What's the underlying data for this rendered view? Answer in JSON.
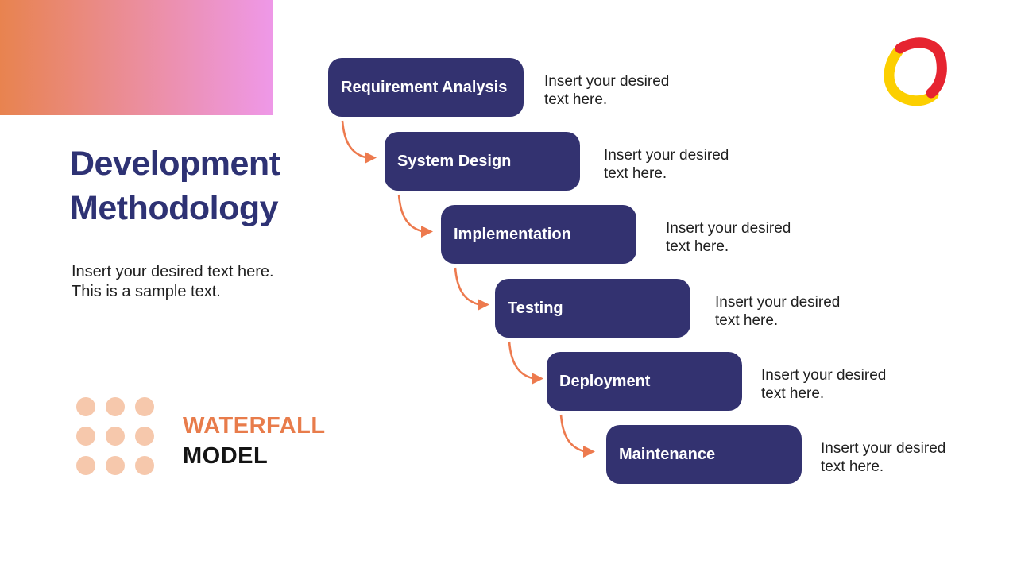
{
  "slide": {
    "title": "Development\nMethodology",
    "subtitle": "Insert your desired text here.\nThis is a sample text."
  },
  "steps": [
    {
      "label": "Requirement Analysis",
      "description": "Insert your desired text here."
    },
    {
      "label": "System Design",
      "description": "Insert your desired text here."
    },
    {
      "label": "Implementation",
      "description": "Insert your desired text here."
    },
    {
      "label": "Testing",
      "description": "Insert your desired text here."
    },
    {
      "label": "Deployment",
      "description": "Insert your desired text here."
    },
    {
      "label": "Maintenance",
      "description": "Insert your desired text here."
    }
  ],
  "brand": {
    "primary": "WATERFALL",
    "secondary": "MODEL"
  },
  "icons": {
    "flow_arrow": "curved-down-right-arrow",
    "logo": "red-yellow-rounded-square-logo",
    "dot_grid": "3x3-dot-grid"
  },
  "colors": {
    "box_navy": "#333270",
    "title_navy": "#2e3274",
    "arrow_orange": "#ed7a4e",
    "accent_orange": "#e87c4b",
    "dot_peach": "#f6c8ac",
    "gradient_start": "#e8834f",
    "gradient_end": "#ee98e8",
    "logo_red": "#e62430",
    "logo_yellow": "#fccf00",
    "body_text": "#1f1f1f"
  }
}
